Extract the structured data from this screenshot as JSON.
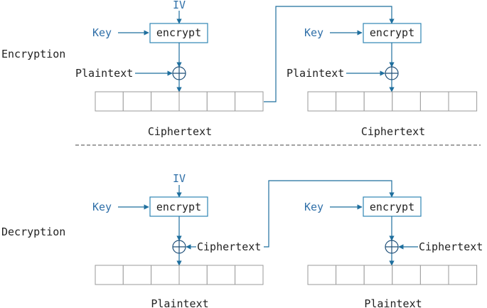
{
  "encryption": {
    "section_label": "Encryption",
    "block1": {
      "iv": "IV",
      "key": "Key",
      "cipher_op": "encrypt",
      "input": "Plaintext",
      "output": "Ciphertext"
    },
    "block2": {
      "key": "Key",
      "cipher_op": "encrypt",
      "input": "Plaintext",
      "output": "Ciphertext"
    }
  },
  "decryption": {
    "section_label": "Decryption",
    "block1": {
      "iv": "IV",
      "key": "Key",
      "cipher_op": "encrypt",
      "input": "Ciphertext",
      "output": "Plaintext"
    },
    "block2": {
      "key": "Key",
      "cipher_op": "encrypt",
      "input": "Ciphertext",
      "output": "Plaintext"
    }
  },
  "colors": {
    "label_blue": "#2f6fa8",
    "line_blue": "#1f6f9e",
    "box_border": "#2f86b3",
    "cell_border": "#9a9a9a",
    "text": "#222222"
  },
  "cells_per_register": 6
}
